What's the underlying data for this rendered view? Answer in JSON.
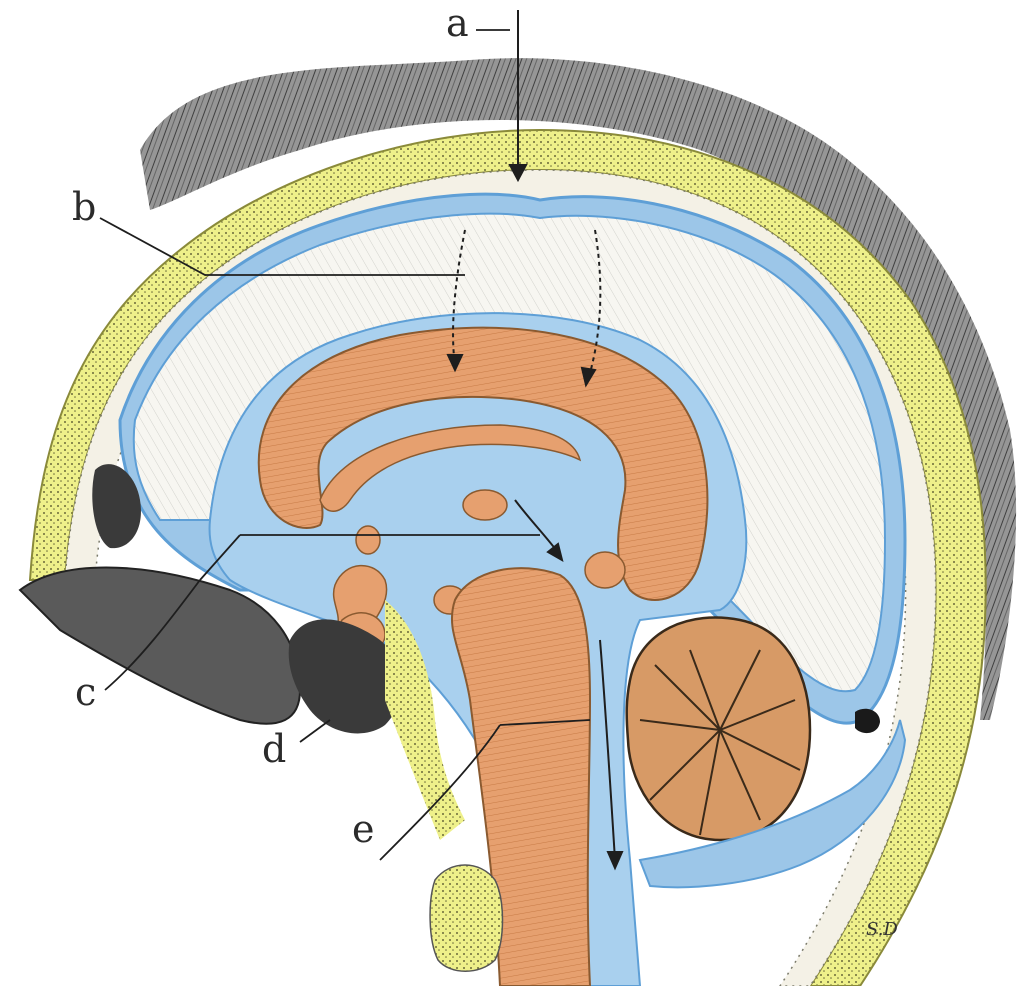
{
  "figure": {
    "labels": {
      "a": "a",
      "b": "b",
      "c": "c",
      "d": "d",
      "e": "e"
    },
    "signature": "S.D",
    "colors": {
      "background": "#ffffff",
      "hair": "#3a3a3a",
      "scalp_yellow": "#e9ea7a",
      "bone": "#f4f1e6",
      "csf_blue": "#9cc6e8",
      "csf_blue_dark": "#5e9fd6",
      "brain_orange": "#e6a06f",
      "brain_orange_dark": "#c77a45",
      "cerebellum": "#d79a66",
      "nasal_dark": "#3a3a3a",
      "line": "#1e1e1e"
    }
  }
}
